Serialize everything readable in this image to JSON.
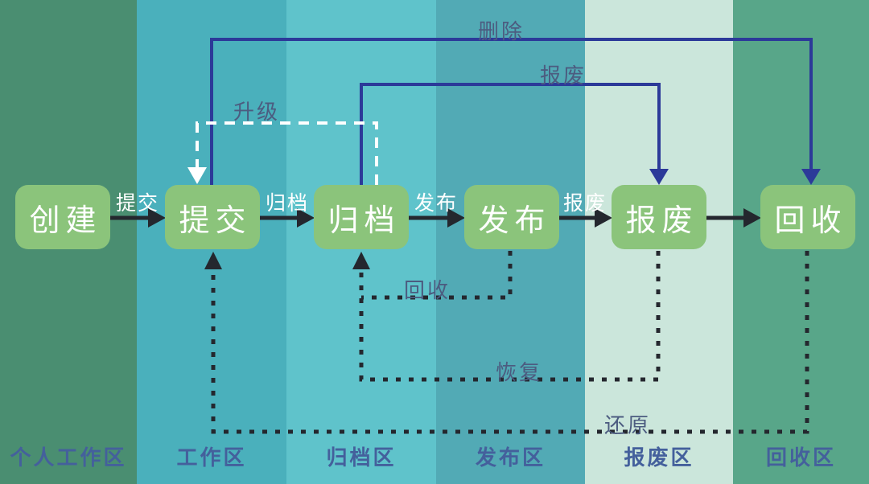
{
  "diagram": {
    "type": "flowchart",
    "description_visible_only": "document lifecycle flow across workspace zones",
    "zones": [
      {
        "label": "个人工作区",
        "color": "#4a8e71"
      },
      {
        "label": "工作区",
        "color": "#4ab0bc"
      },
      {
        "label": "归档区",
        "color": "#5fc3cb"
      },
      {
        "label": "发布区",
        "color": "#52aab5"
      },
      {
        "label": "报废区",
        "color": "#cbe6db"
      },
      {
        "label": "回收区",
        "color": "#58a689"
      }
    ],
    "nodes": [
      {
        "label": "创建"
      },
      {
        "label": "提交"
      },
      {
        "label": "归档"
      },
      {
        "label": "发布"
      },
      {
        "label": "报废"
      },
      {
        "label": "回收"
      }
    ],
    "flow": [
      {
        "from": "创建",
        "to": "提交",
        "label": "提交"
      },
      {
        "from": "提交",
        "to": "归档",
        "label": "归档"
      },
      {
        "from": "归档",
        "to": "发布",
        "label": "发布"
      },
      {
        "from": "发布",
        "to": "报废",
        "label": "报废"
      },
      {
        "from": "报废",
        "to": "回收",
        "label": ""
      }
    ],
    "connectors": {
      "delete": {
        "label": "删除",
        "from": "提交",
        "to": "回收",
        "style": "solid-blue"
      },
      "scrap": {
        "label": "报废",
        "from": "归档",
        "to": "报废",
        "style": "solid-blue"
      },
      "upgrade": {
        "label": "升级",
        "from": "归档",
        "to": "提交",
        "style": "dashed-white"
      },
      "recycle": {
        "label": "回收",
        "from": "发布",
        "to": "归档",
        "style": "dotted-black"
      },
      "restore": {
        "label": "恢复",
        "from": "报废",
        "to": "归档",
        "style": "dotted-black"
      },
      "revert": {
        "label": "还原",
        "from": "回收",
        "to": "提交",
        "style": "dotted-black"
      }
    },
    "colors": {
      "node_fill": "#8bc47b",
      "node_text": "#ffffff",
      "flow_arrow": "#24272e",
      "blue_line": "#2c3a99",
      "white_dash": "#ffffff",
      "dotted_line": "#24272e",
      "connector_label": "#4c5c80",
      "zone_label": "#44609c"
    }
  }
}
